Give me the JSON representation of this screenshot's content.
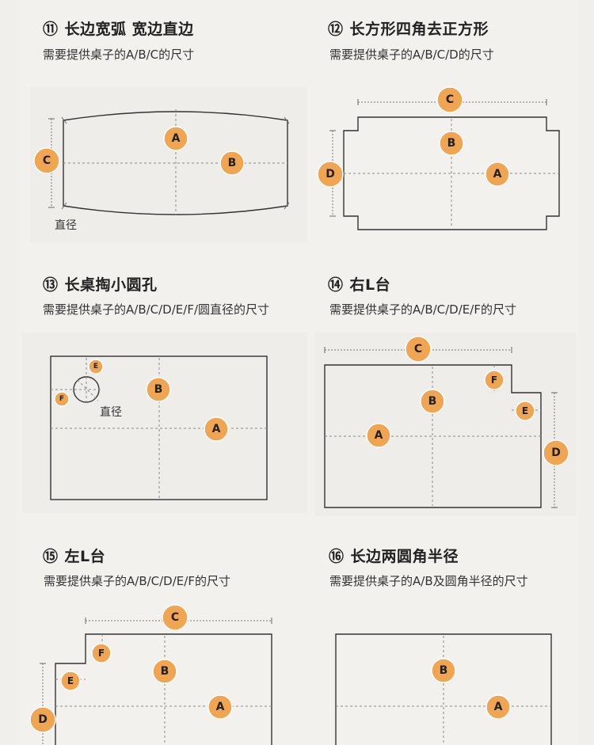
{
  "sections": [
    {
      "num": "⑪",
      "title": "长边宽弧 宽边直边",
      "subtitle": "需要提供桌子的A/B/C的尺寸",
      "labels": [
        "A",
        "B",
        "C"
      ],
      "note": "直径"
    },
    {
      "num": "⑫",
      "title": "长方形四角去正方形",
      "subtitle": "需要提供桌子的A/B/C/D的尺寸",
      "labels": [
        "A",
        "B",
        "C",
        "D"
      ]
    },
    {
      "num": "⑬",
      "title": "长桌掏小圆孔",
      "subtitle": "需要提供桌子的A/B/C/D/E/F/圆直径的尺寸",
      "labels": [
        "A",
        "B",
        "E",
        "F"
      ],
      "note": "直径"
    },
    {
      "num": "⑭",
      "title": "右L台",
      "subtitle": "需要提供桌子的A/B/C/D/E/F的尺寸",
      "labels": [
        "A",
        "B",
        "C",
        "D",
        "E",
        "F"
      ]
    },
    {
      "num": "⑮",
      "title": "左L台",
      "subtitle": "需要提供桌子的A/B/C/D/E/F的尺寸",
      "labels": [
        "A",
        "B",
        "C",
        "D",
        "E",
        "F"
      ]
    },
    {
      "num": "⑯",
      "title": "长边两圆角半径",
      "subtitle": "需要提供桌子的A/B及圆角半径的尺寸",
      "labels": [
        "A",
        "B"
      ]
    }
  ],
  "colors": {
    "badge": "#f0a553",
    "outline": "#333333",
    "background": "#f3f1ee"
  }
}
